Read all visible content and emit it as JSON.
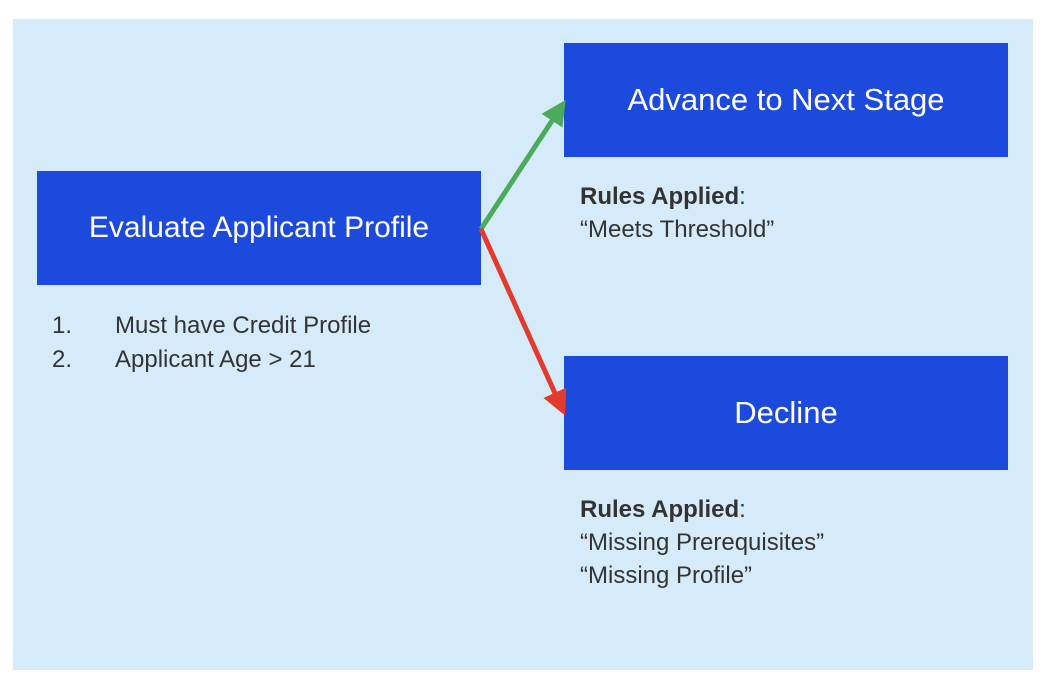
{
  "nodes": {
    "evaluate": {
      "label": "Evaluate Applicant Profile"
    },
    "advance": {
      "label": "Advance to Next Stage"
    },
    "decline": {
      "label": "Decline"
    }
  },
  "criteria": [
    {
      "number": "1.",
      "text": "Must have Credit Profile"
    },
    {
      "number": "2.",
      "text": "Applicant Age > 21"
    }
  ],
  "advance_rules": {
    "heading": "Rules Applied",
    "colon": ":",
    "items": [
      "“Meets Threshold”"
    ]
  },
  "decline_rules": {
    "heading": "Rules Applied",
    "colon": ":",
    "items": [
      "“Missing Prerequisites”",
      "“Missing Profile”"
    ]
  },
  "colors": {
    "background": "#d6ebf9",
    "box": "#1c4adc",
    "box_text": "#ffffff",
    "text": "#333333",
    "advance_arrow": "#4caa5b",
    "decline_arrow": "#e23b2e"
  }
}
